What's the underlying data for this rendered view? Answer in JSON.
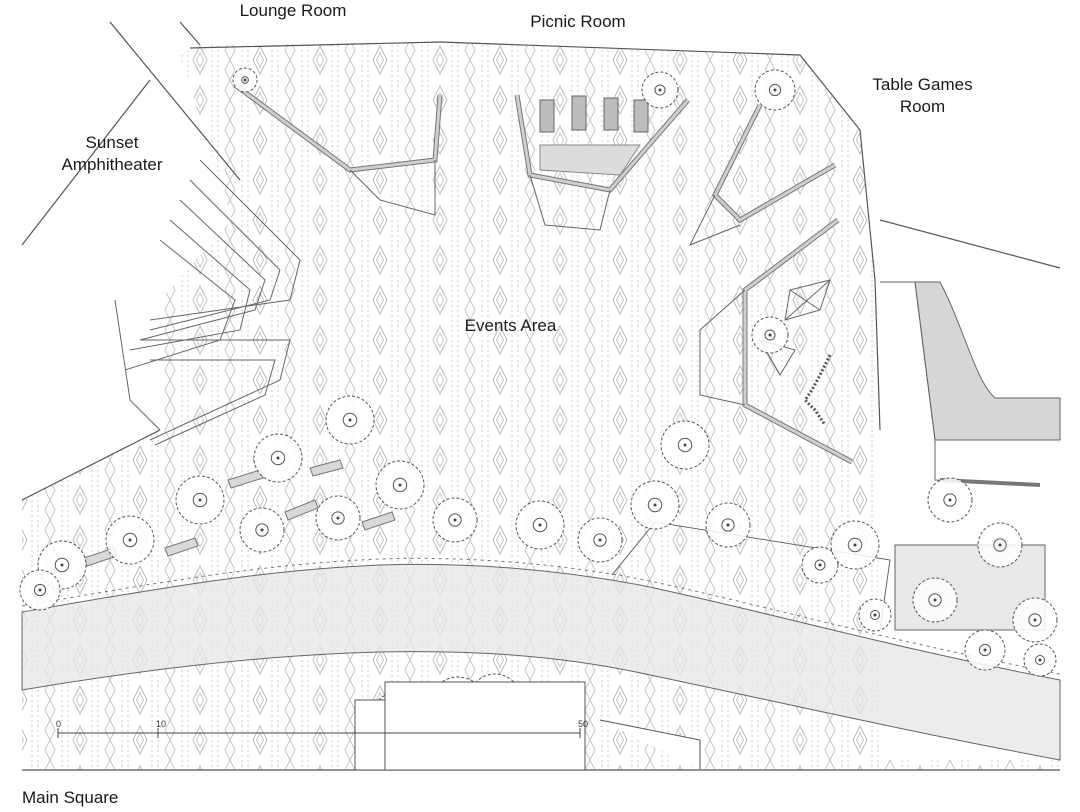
{
  "labels": {
    "lounge_room": "Lounge Room",
    "picnic_room": "Picnic Room",
    "table_games_room_1": "Table Games",
    "table_games_room_2": "Room",
    "sunset_amphitheater_1": "Sunset",
    "sunset_amphitheater_2": "Amphitheater",
    "events_area": "Events Area",
    "main_square": "Main Square"
  },
  "scale_bar": {
    "ticks": [
      "0",
      "10",
      "50"
    ]
  },
  "colors": {
    "line": "#555555",
    "light_line": "#9a9a9a",
    "promenade_fill": "#e9e9e9",
    "wall_fill": "#bdbdbd",
    "water_fill": "#dcdcdc",
    "pattern": "#bbbbbb"
  }
}
